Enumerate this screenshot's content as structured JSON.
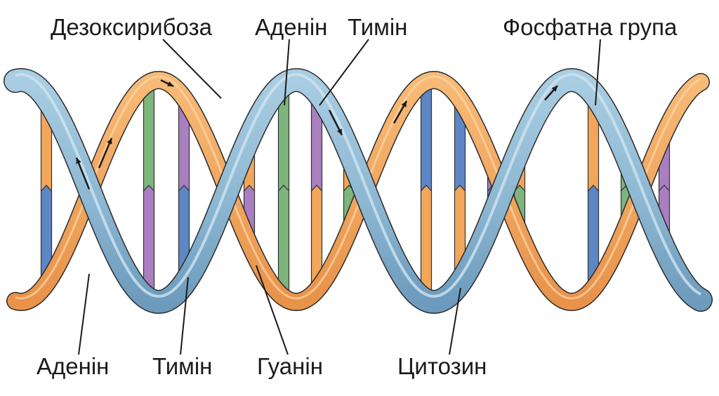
{
  "labels": {
    "deoxyribose": "Дезоксирибоза",
    "adenine_top": "Аденін",
    "thymine_top": "Тимін",
    "phosphate_group": "Фосфатна група",
    "adenine_bottom": "Аденін",
    "thymine_bottom": "Тимін",
    "guanine": "Гуанін",
    "cytosine": "Цитозин"
  },
  "colors": {
    "backbone_blue": "#8db7d2",
    "backbone_blue_dark": "#5f8fb0",
    "backbone_orange": "#f2a65a",
    "backbone_orange_dark": "#d9823a",
    "adenine": "#f2a65a",
    "thymine": "#a97fc0",
    "guanine": "#7db57d",
    "cytosine": "#5d86c4"
  },
  "icons": [
    "strand-direction-arrow-icon"
  ]
}
